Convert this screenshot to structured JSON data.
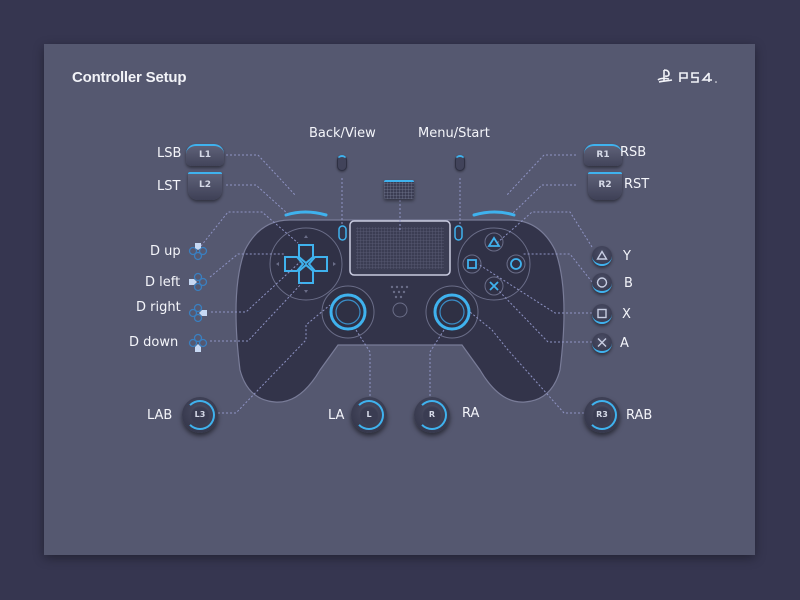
{
  "window": {
    "title": "Controller Setup",
    "brand_logo": "PS4",
    "colors": {
      "background": "#363650",
      "panel": "#555870",
      "accent": "#3fb2ee",
      "controller_body": "#33344a",
      "text": "#f4f5fa",
      "guide_lines": "#8e93c4"
    }
  },
  "center_buttons": {
    "back": "Back/View",
    "menu": "Menu/Start"
  },
  "left_shoulder": [
    {
      "label": "LSB",
      "key": "L1",
      "icon": "bumper-icon"
    },
    {
      "label": "LST",
      "key": "L2",
      "icon": "trigger-icon"
    }
  ],
  "right_shoulder": [
    {
      "label": "RSB",
      "key": "R1",
      "icon": "bumper-icon"
    },
    {
      "label": "RST",
      "key": "R2",
      "icon": "trigger-icon"
    }
  ],
  "dpad": [
    {
      "label": "D up",
      "icon": "dpad-up-icon"
    },
    {
      "label": "D left",
      "icon": "dpad-left-icon"
    },
    {
      "label": "D right",
      "icon": "dpad-right-icon"
    },
    {
      "label": "D down",
      "icon": "dpad-down-icon"
    }
  ],
  "face_buttons": [
    {
      "label": "Y",
      "symbol": "triangle",
      "icon": "triangle-icon"
    },
    {
      "label": "B",
      "symbol": "circle",
      "icon": "circle-icon"
    },
    {
      "label": "X",
      "symbol": "square",
      "icon": "square-icon"
    },
    {
      "label": "A",
      "symbol": "cross",
      "icon": "cross-icon"
    }
  ],
  "sticks": [
    {
      "label": "LAB",
      "key": "L3"
    },
    {
      "label": "LA",
      "key": "L"
    },
    {
      "label": "RA",
      "key": "R"
    },
    {
      "label": "RAB",
      "key": "R3"
    }
  ]
}
